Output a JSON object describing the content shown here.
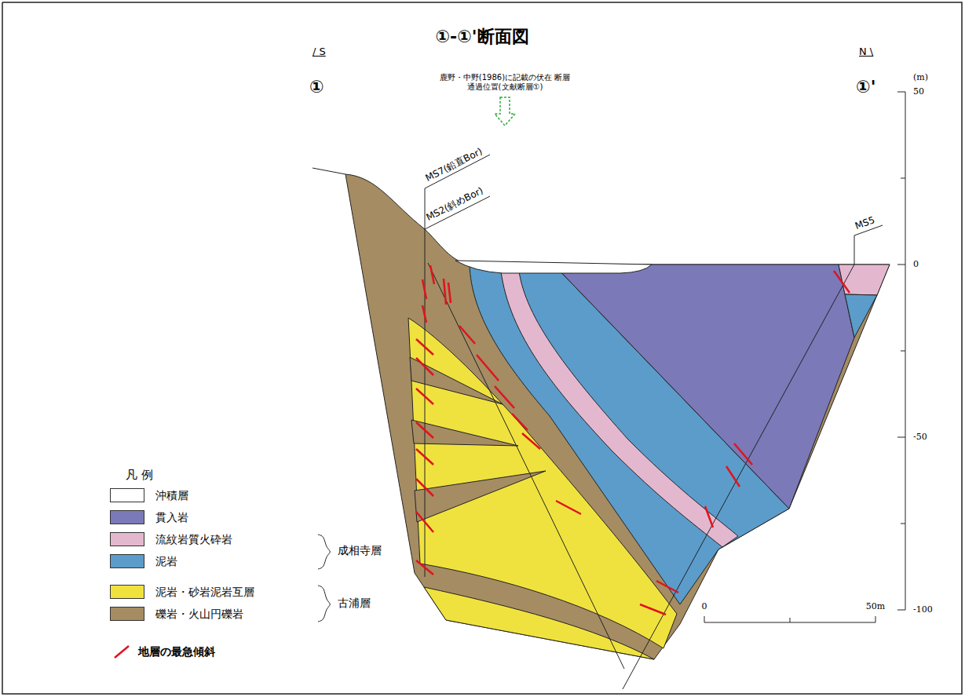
{
  "diagram": {
    "title": "①-①'断面図",
    "labels": [
      "/ S",
      "①",
      "N \\",
      "①'",
      "鹿野・中野(1986)に記載の伏在 断層通過位置(文献断層①)",
      "MS7(鉛直Bor)",
      "MS2(斜めBor)",
      "MS5",
      "(m)",
      "50",
      "0",
      "-50",
      "-100",
      "0",
      "50m",
      "凡 例",
      "成相寺層",
      "古浦層"
    ],
    "legend": [
      {
        "text": "沖積層",
        "color": "#ffffff"
      },
      {
        "text": "貫入岩",
        "color": "#7b79b8"
      },
      {
        "text": "流紋岩質火砕岩",
        "color": "#e3b8cf"
      },
      {
        "text": "泥岩",
        "color": "#5b9cca"
      },
      {
        "text": "泥岩・砂岩泥岩互層",
        "color": "#f0e23e"
      },
      {
        "text": "礫岩・火山円礫岩",
        "color": "#a58c63"
      },
      {
        "text": "地層の最急傾斜"
      }
    ]
  }
}
